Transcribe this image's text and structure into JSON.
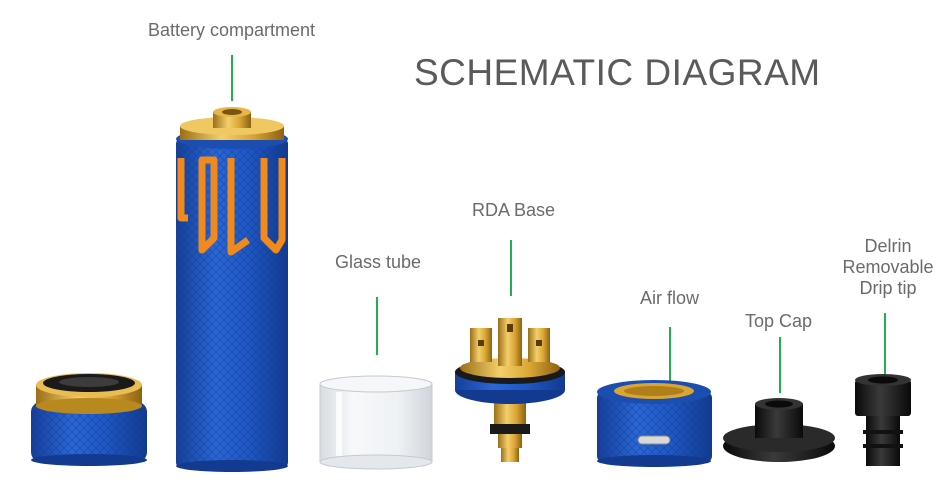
{
  "title": "SCHEMATIC DIAGRAM",
  "labels": {
    "battery": "Battery compartment",
    "glass": "Glass tube",
    "rda": "RDA Base",
    "airflow": "Air flow",
    "topcap": "Top Cap",
    "driptip": [
      "Delrin",
      "Removable",
      "Drip tip"
    ]
  },
  "brand_mark": "VOLU",
  "colors": {
    "leader": "#22b04a",
    "body_blue": "#1f57c3",
    "accent_orange": "#f08a1c",
    "gold": "#d9a534",
    "black_part": "#1a1a1a"
  }
}
